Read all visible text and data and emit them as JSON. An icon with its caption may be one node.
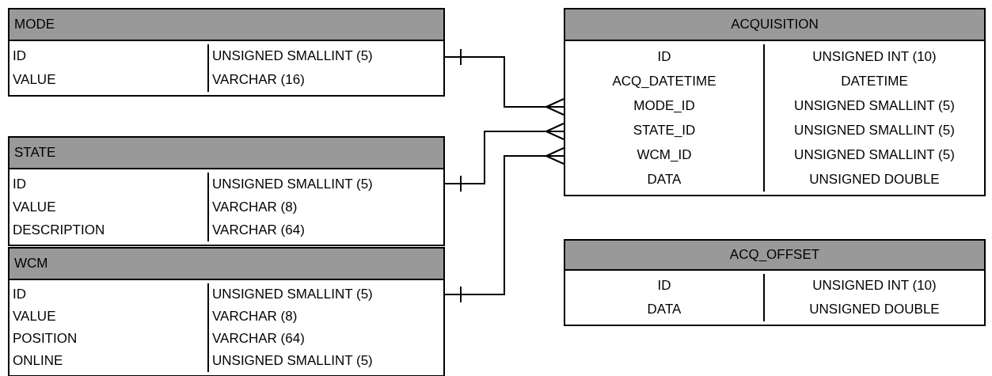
{
  "diagram": {
    "nodes": [
      {
        "text": [
          "MODE",
          "ID",
          "UNSIGNED SMALLINT (5)",
          "VALUE",
          "VARCHAR (16)"
        ]
      },
      {
        "text": [
          "STATE",
          "ID",
          "UNSIGNED SMALLINT (5)",
          "VALUE",
          "VARCHAR (8)",
          "DESCRIPTION",
          "VARCHAR (64)"
        ]
      },
      {
        "text": [
          "WCM",
          "ID",
          "UNSIGNED SMALLINT (5)",
          "VALUE",
          "VARCHAR (8)",
          "POSITION",
          "VARCHAR (64)",
          "ONLINE",
          "UNSIGNED SMALLINT (5)"
        ]
      },
      {
        "text": [
          "ACQUISITION",
          "ID",
          "UNSIGNED INT (10)",
          "ACQ_DATETIME",
          "DATETIME",
          "MODE_ID",
          "UNSIGNED SMALLINT (5)",
          "STATE_ID",
          "UNSIGNED SMALLINT (5)",
          "WCM_ID",
          "UNSIGNED SMALLINT (5)",
          "DATA",
          "UNSIGNED DOUBLE"
        ]
      },
      {
        "text": [
          "ACQ_OFFSET",
          "ID",
          "UNSIGNED INT (10)",
          "DATA",
          "UNSIGNED DOUBLE"
        ]
      }
    ],
    "edges": [
      {
        "from": 0,
        "to": 3,
        "arrow": "other"
      },
      {
        "from": 1,
        "to": 3,
        "arrow": "other"
      },
      {
        "from": 2,
        "to": 3,
        "arrow": "other"
      }
    ]
  }
}
